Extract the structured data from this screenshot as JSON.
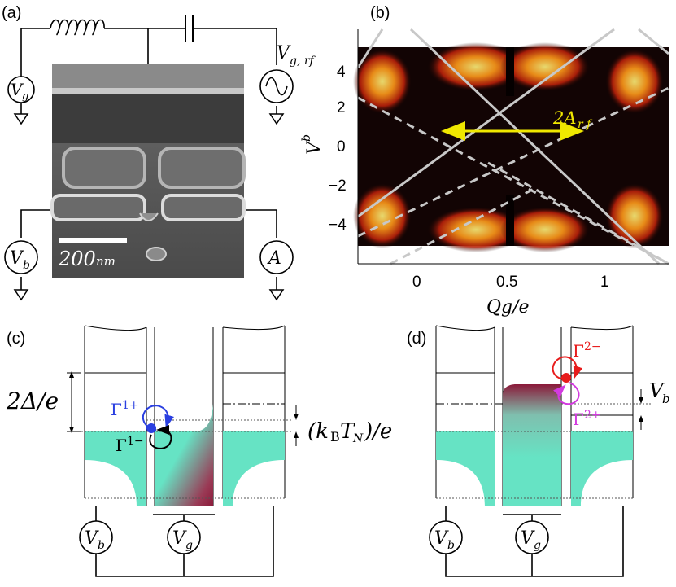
{
  "panels": {
    "a": {
      "label": "(a)",
      "sources": {
        "gate_dc": {
          "main": "V",
          "sub": "g"
        },
        "gate_rf": {
          "main": "V",
          "sub": "g, rf"
        },
        "bias": {
          "main": "V",
          "sub": "b"
        },
        "ammeter": "A"
      },
      "scale_bar": {
        "value": "200",
        "unit": "nm"
      }
    },
    "b": {
      "label": "(b)",
      "ylabel": {
        "main": "V",
        "sub": "b"
      },
      "xlabel": "Qg/e",
      "y_ticks": [
        "4",
        "2",
        "0",
        "−2",
        "−4"
      ],
      "x_ticks": [
        "0",
        "0.5",
        "1"
      ],
      "annotation": {
        "main": "2A",
        "sub": "r f"
      },
      "colors": {
        "arrow": "#f0e800",
        "lines": "#c8c8c8",
        "map_bg": "#120404"
      }
    },
    "c": {
      "label": "(c)",
      "gap_label": "2Δ/e",
      "rate_up": {
        "main": "Γ",
        "sup": "1+"
      },
      "rate_down": {
        "main": "Γ",
        "sup": "1−"
      },
      "thermal_label": {
        "pre": "(k",
        "sub1": "B",
        "mid": "T",
        "sub2": "N",
        "post": ")/e"
      },
      "sources": {
        "bias": {
          "main": "V",
          "sub": "b"
        },
        "gate": {
          "main": "V",
          "sub": "g"
        }
      },
      "colors": {
        "fill": "#66e3c4",
        "island": "#8b1a3a",
        "blue": "#2a3fe0"
      }
    },
    "d": {
      "label": "(d)",
      "rate_down": {
        "main": "Γ",
        "sup": "2−"
      },
      "rate_up": {
        "main": "Γ",
        "sup": "2+"
      },
      "bias_label": {
        "main": "V",
        "sub": "b"
      },
      "sources": {
        "bias": {
          "main": "V",
          "sub": "b"
        },
        "gate": {
          "main": "V",
          "sub": "g"
        }
      },
      "colors": {
        "red": "#e81c1c",
        "magenta": "#d33ae0"
      }
    }
  }
}
